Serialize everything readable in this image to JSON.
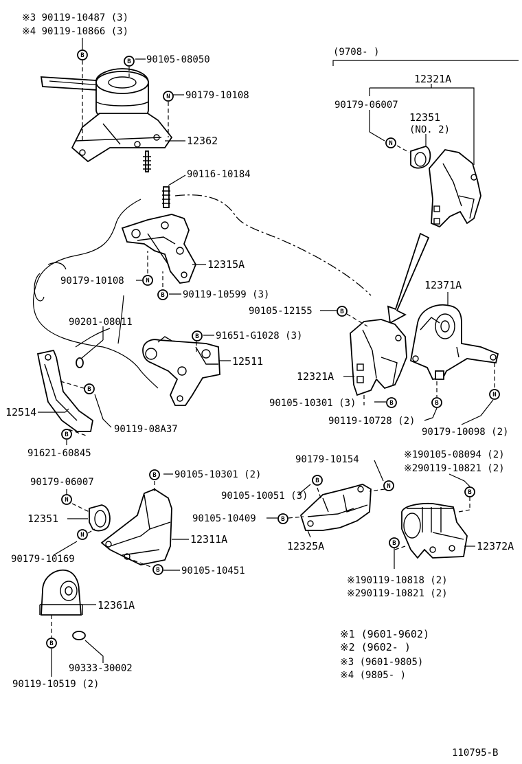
{
  "labels": {
    "n3_note": "※3  90119-10487 (3)",
    "n4_note": "※4  90119-10866 (3)",
    "p90105_08050": "90105-08050",
    "p90179_10108_a": "90179-10108",
    "p12362": "12362",
    "p90116_10184": "90116-10184",
    "p12315A": "12315A",
    "p90179_10108_b": "90179-10108",
    "p90119_10599": "90119-10599 (3)",
    "p90201_08011": "90201-08011",
    "p91651_G1028": "91651-G1028 (3)",
    "p12511": "12511",
    "p12514": "12514",
    "p90119_08A37": "90119-08A37",
    "p91621_60845": "91621-60845",
    "range_9708": "(9708-      )",
    "p12321A_top": "12321A",
    "p90179_06007_top": "90179-06007",
    "p12351_top": "12351",
    "no2": "(NO. 2)",
    "p90105_12155": "90105-12155",
    "p12371A": "12371A",
    "p12321A_mid": "12321A",
    "p90105_10301_3": "90105-10301 (3)",
    "p90119_10728": "90119-10728 (2)",
    "p90179_10098": "90179-10098 (2)",
    "p90179_06007_bot": "90179-06007",
    "p90105_10301_2": "90105-10301 (2)",
    "p12351_bot": "12351",
    "p12311A": "12311A",
    "p90179_10169": "90179-10169",
    "p90105_10451": "90105-10451",
    "p12361A": "12361A",
    "p90333_30002": "90333-30002",
    "p90119_10519": "90119-10519 (2)",
    "p90179_10154": "90179-10154",
    "p90105_10051": "90105-10051 (3)",
    "p90105_10409": "90105-10409",
    "p12325A": "12325A",
    "n1_90105_08094": "※190105-08094 (2)",
    "n2_90119_10821_top": "※290119-10821 (2)",
    "p12372A": "12372A",
    "n1_90119_10818": "※190119-10818 (2)",
    "n2_90119_10821_bot": "※290119-10821 (2)",
    "legend1": "※1 (9601-9602)",
    "legend2": "※2 (9602-      )",
    "legend3": "※3 (9601-9805)",
    "legend4": "※4 (9805-      )",
    "code": "110795-B"
  },
  "markers": {
    "bolt": "B",
    "nut": "N"
  },
  "colors": {
    "ink": "#000000",
    "paper": "#ffffff"
  }
}
